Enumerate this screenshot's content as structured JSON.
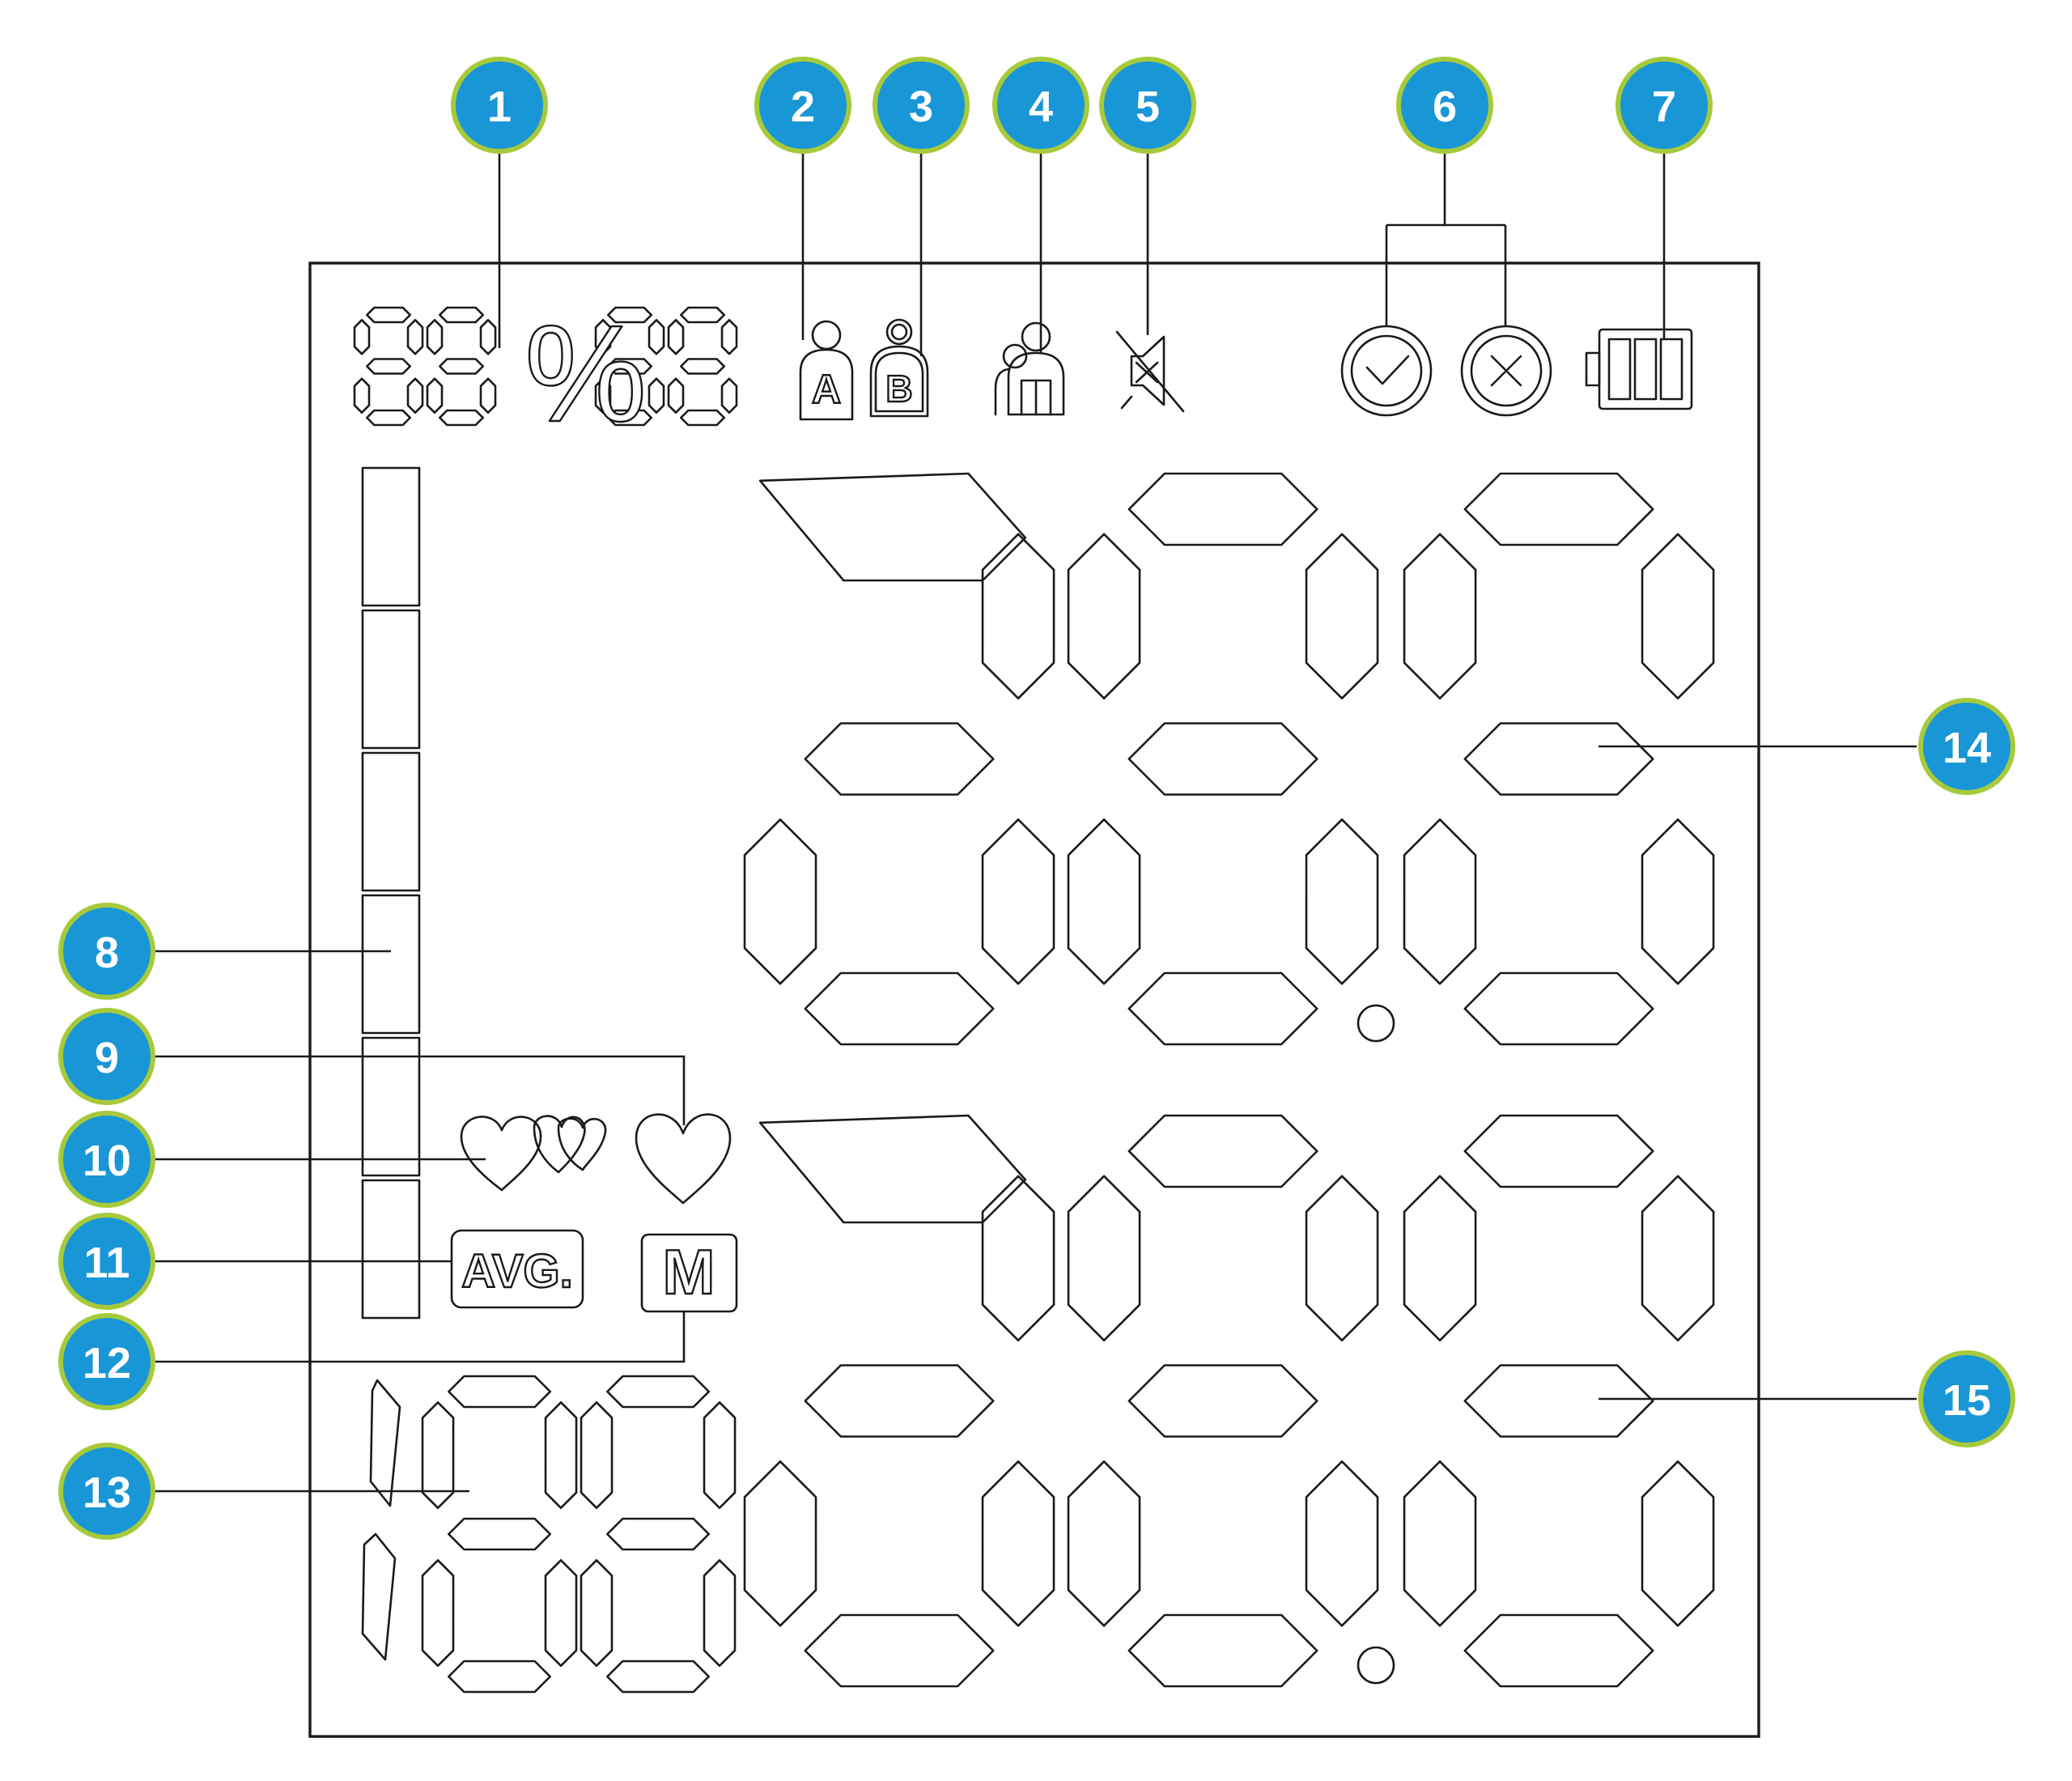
{
  "figure": {
    "display_text": {
      "percent_sign": "%",
      "user_a": "A",
      "user_b": "B",
      "average": "AVG.",
      "memory": "M"
    },
    "callouts": [
      {
        "id": "callout-1",
        "number": "1"
      },
      {
        "id": "callout-2",
        "number": "2"
      },
      {
        "id": "callout-3",
        "number": "3"
      },
      {
        "id": "callout-4",
        "number": "4"
      },
      {
        "id": "callout-5",
        "number": "5"
      },
      {
        "id": "callout-6",
        "number": "6"
      },
      {
        "id": "callout-7",
        "number": "7"
      },
      {
        "id": "callout-8",
        "number": "8"
      },
      {
        "id": "callout-9",
        "number": "9"
      },
      {
        "id": "callout-10",
        "number": "10"
      },
      {
        "id": "callout-11",
        "number": "11"
      },
      {
        "id": "callout-12",
        "number": "12"
      },
      {
        "id": "callout-13",
        "number": "13"
      },
      {
        "id": "callout-14",
        "number": "14"
      },
      {
        "id": "callout-15",
        "number": "15"
      }
    ],
    "colors": {
      "badge_fill": "#1996d6",
      "badge_ring": "#a7ca3b",
      "badge_text": "#ffffff",
      "segment_outline": "#1a1a1a",
      "background": "#ffffff"
    },
    "icons": [
      "user-a-icon",
      "user-b-icon",
      "guest-user-icon",
      "mute-icon",
      "check-icon",
      "cross-icon",
      "battery-icon",
      "heart-icon",
      "multi-heart-icon"
    ]
  }
}
